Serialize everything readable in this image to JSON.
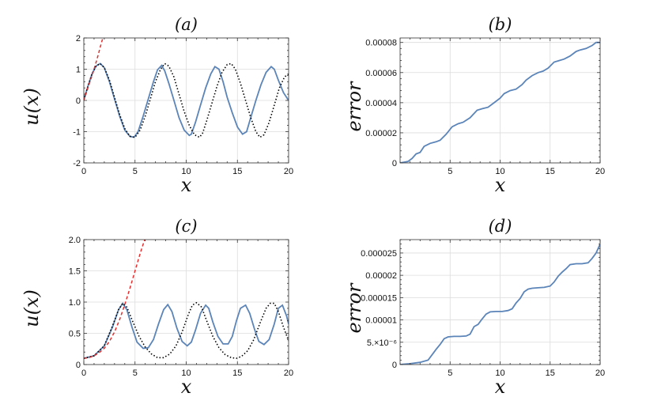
{
  "chart_data": [
    {
      "panel": "(a)",
      "type": "line",
      "title": "(a)",
      "xlabel": "x",
      "ylabel": "u(x)",
      "xlim": [
        0,
        20
      ],
      "ylim": [
        -2,
        2
      ],
      "xticks": [
        0,
        5,
        10,
        15,
        20
      ],
      "xtick_labels": [
        "0",
        "5",
        "10",
        "15",
        "20"
      ],
      "yticks": [
        -2,
        -1,
        0,
        1,
        2
      ],
      "ytick_labels": [
        "-2",
        "-1",
        "0",
        "1",
        "2"
      ],
      "grid": true,
      "series": [
        {
          "style": "solid",
          "color": "#5b84b8",
          "x": [
            0,
            0.4,
            0.8,
            1.2,
            1.6,
            2.0,
            2.5,
            3.0,
            3.5,
            4.0,
            4.5,
            4.9,
            5.3,
            5.8,
            6.3,
            6.8,
            7.2,
            7.6,
            7.9,
            8.3,
            8.8,
            9.3,
            9.8,
            10.3,
            10.5,
            10.9,
            11.4,
            11.9,
            12.4,
            12.8,
            13.2,
            13.6,
            14.0,
            14.5,
            15.0,
            15.5,
            15.9,
            16.3,
            16.8,
            17.3,
            17.8,
            18.3,
            18.6,
            19.0,
            19.5,
            20.0
          ],
          "y": [
            0.02,
            0.45,
            0.85,
            1.1,
            1.18,
            1.05,
            0.6,
            0.05,
            -0.5,
            -0.95,
            -1.15,
            -1.18,
            -1.0,
            -0.5,
            0.05,
            0.6,
            0.98,
            1.12,
            0.95,
            0.55,
            0.0,
            -0.55,
            -0.95,
            -1.12,
            -1.08,
            -0.7,
            -0.15,
            0.4,
            0.85,
            1.08,
            1.0,
            0.6,
            0.1,
            -0.4,
            -0.85,
            -1.08,
            -1.0,
            -0.55,
            0.0,
            0.5,
            0.9,
            1.08,
            1.0,
            0.65,
            0.25,
            0.0
          ]
        },
        {
          "style": "dotted",
          "color": "#000000",
          "x": [
            0,
            0.4,
            0.8,
            1.2,
            1.6,
            2.0,
            2.5,
            3.0,
            3.5,
            4.0,
            4.5,
            5.0,
            5.5,
            6.0,
            6.5,
            7.0,
            7.5,
            7.9,
            8.3,
            8.8,
            9.3,
            9.8,
            10.3,
            10.8,
            11.3,
            11.6,
            12.0,
            12.5,
            13.0,
            13.5,
            14.0,
            14.4,
            14.8,
            15.3,
            15.8,
            16.3,
            16.8,
            17.2,
            17.6,
            18.1,
            18.6,
            19.1,
            19.6,
            20.0
          ],
          "y": [
            0.02,
            0.45,
            0.85,
            1.1,
            1.18,
            1.05,
            0.65,
            0.1,
            -0.45,
            -0.9,
            -1.15,
            -1.18,
            -0.95,
            -0.5,
            0.05,
            0.6,
            1.0,
            1.18,
            1.1,
            0.75,
            0.2,
            -0.35,
            -0.8,
            -1.1,
            -1.18,
            -1.05,
            -0.65,
            -0.1,
            0.45,
            0.9,
            1.15,
            1.18,
            1.0,
            0.55,
            0.0,
            -0.55,
            -1.0,
            -1.18,
            -1.1,
            -0.7,
            -0.15,
            0.4,
            0.75,
            0.85
          ]
        },
        {
          "style": "dashed",
          "color": "#e03030",
          "x": [
            0,
            0.3,
            0.6,
            0.9,
            1.2,
            1.4,
            1.6,
            1.75,
            1.85
          ],
          "y": [
            0.0,
            0.3,
            0.6,
            0.9,
            1.22,
            1.45,
            1.7,
            1.88,
            2.0
          ]
        }
      ]
    },
    {
      "panel": "(b)",
      "type": "line",
      "title": "(b)",
      "xlabel": "x",
      "ylabel": "error",
      "xlim": [
        0,
        20
      ],
      "ylim": [
        0,
        8.3e-05
      ],
      "xticks": [
        5,
        10,
        15,
        20
      ],
      "xtick_labels": [
        "5",
        "10",
        "15",
        "20"
      ],
      "yticks": [
        0,
        2e-05,
        4e-05,
        6e-05,
        8e-05
      ],
      "ytick_labels": [
        "0",
        "0.00002",
        "0.00004",
        "0.00006",
        "0.00008"
      ],
      "grid": true,
      "series": [
        {
          "style": "solid",
          "color": "#5b84b8",
          "x": [
            0,
            0.8,
            1.2,
            1.6,
            2.0,
            2.4,
            3.0,
            3.6,
            4.0,
            4.6,
            5.2,
            5.8,
            6.3,
            7.0,
            7.7,
            8.2,
            8.8,
            9.4,
            10.0,
            10.4,
            11.0,
            11.6,
            12.2,
            12.6,
            13.2,
            13.8,
            14.3,
            14.8,
            15.4,
            15.9,
            16.4,
            17.0,
            17.6,
            18.0,
            18.6,
            19.2,
            19.6,
            20.0
          ],
          "y": [
            0,
            1e-06,
            3e-06,
            6e-06,
            7e-06,
            1.1e-05,
            1.3e-05,
            1.4e-05,
            1.5e-05,
            1.9e-05,
            2.4e-05,
            2.6e-05,
            2.7e-05,
            3e-05,
            3.5e-05,
            3.6e-05,
            3.7e-05,
            4e-05,
            4.3e-05,
            4.6e-05,
            4.8e-05,
            4.9e-05,
            5.2e-05,
            5.5e-05,
            5.8e-05,
            6e-05,
            6.1e-05,
            6.3e-05,
            6.7e-05,
            6.8e-05,
            6.9e-05,
            7.1e-05,
            7.4e-05,
            7.5e-05,
            7.6e-05,
            7.8e-05,
            8e-05,
            8e-05
          ]
        }
      ]
    },
    {
      "panel": "(c)",
      "type": "line",
      "title": "(c)",
      "xlabel": "x",
      "ylabel": "u(x)",
      "xlim": [
        0,
        20
      ],
      "ylim": [
        0,
        2.0
      ],
      "xticks": [
        0,
        5,
        10,
        15,
        20
      ],
      "xtick_labels": [
        "0",
        "5",
        "10",
        "15",
        "20"
      ],
      "yticks": [
        0,
        0.5,
        1.0,
        1.5,
        2.0
      ],
      "ytick_labels": [
        "0",
        "0.5",
        "1.0",
        "1.5",
        "2.0"
      ],
      "grid": true,
      "series": [
        {
          "style": "solid",
          "color": "#5b84b8",
          "x": [
            0,
            1.0,
            2.0,
            2.8,
            3.4,
            3.8,
            4.2,
            4.7,
            5.2,
            5.8,
            6.3,
            6.8,
            7.3,
            7.8,
            8.2,
            8.6,
            9.1,
            9.6,
            10.1,
            10.5,
            10.9,
            11.4,
            11.9,
            12.2,
            12.6,
            13.1,
            13.6,
            14.1,
            14.5,
            14.9,
            15.3,
            15.8,
            16.2,
            16.7,
            17.1,
            17.6,
            18.1,
            18.6,
            19.0,
            19.4,
            19.8,
            20.0
          ],
          "y": [
            0.1,
            0.14,
            0.3,
            0.6,
            0.88,
            0.98,
            0.88,
            0.6,
            0.36,
            0.26,
            0.27,
            0.4,
            0.65,
            0.88,
            0.96,
            0.85,
            0.58,
            0.37,
            0.3,
            0.36,
            0.55,
            0.82,
            0.95,
            0.9,
            0.68,
            0.45,
            0.33,
            0.33,
            0.45,
            0.7,
            0.9,
            0.95,
            0.82,
            0.55,
            0.37,
            0.32,
            0.4,
            0.65,
            0.9,
            0.95,
            0.78,
            0.65
          ]
        },
        {
          "style": "dotted",
          "color": "#000000",
          "x": [
            0,
            1.0,
            2.0,
            2.8,
            3.4,
            3.8,
            4.2,
            4.8,
            5.4,
            6.0,
            6.6,
            7.2,
            7.8,
            8.4,
            9.0,
            9.6,
            10.2,
            10.6,
            11.0,
            11.5,
            12.0,
            12.6,
            13.2,
            13.8,
            14.4,
            14.9,
            15.4,
            16.0,
            16.6,
            17.2,
            17.8,
            18.2,
            18.6,
            19.0,
            19.5,
            20.0
          ],
          "y": [
            0.1,
            0.14,
            0.3,
            0.62,
            0.88,
            0.98,
            0.92,
            0.68,
            0.45,
            0.28,
            0.17,
            0.11,
            0.11,
            0.17,
            0.3,
            0.52,
            0.8,
            0.95,
            0.99,
            0.92,
            0.7,
            0.45,
            0.27,
            0.16,
            0.11,
            0.1,
            0.13,
            0.22,
            0.4,
            0.66,
            0.9,
            0.98,
            0.98,
            0.85,
            0.6,
            0.38
          ]
        },
        {
          "style": "dashed",
          "color": "#e03030",
          "x": [
            0,
            0.5,
            1.0,
            1.5,
            2.0,
            2.5,
            3.0,
            3.5,
            4.0,
            4.5,
            5.0,
            5.4,
            5.7,
            5.95
          ],
          "y": [
            0.1,
            0.11,
            0.14,
            0.19,
            0.26,
            0.37,
            0.52,
            0.72,
            0.96,
            1.22,
            1.5,
            1.72,
            1.88,
            2.0
          ]
        }
      ]
    },
    {
      "panel": "(d)",
      "type": "line",
      "title": "(d)",
      "xlabel": "x",
      "ylabel": "error",
      "xlim": [
        0,
        20
      ],
      "ylim": [
        0,
        2.8e-05
      ],
      "xticks": [
        5,
        10,
        15,
        20
      ],
      "xtick_labels": [
        "5",
        "10",
        "15",
        "20"
      ],
      "yticks": [
        0,
        5e-06,
        1e-05,
        1.5e-05,
        2e-05,
        2.5e-05
      ],
      "ytick_labels": [
        "0",
        "5.×10⁻⁶",
        "0.00001",
        "0.000015",
        "0.00002",
        "0.000025"
      ],
      "grid": true,
      "series": [
        {
          "style": "solid",
          "color": "#5b84b8",
          "x": [
            0,
            1.0,
            2.0,
            2.8,
            3.2,
            3.6,
            4.0,
            4.4,
            4.8,
            5.4,
            6.0,
            6.6,
            7.0,
            7.4,
            7.8,
            8.2,
            8.6,
            9.0,
            9.6,
            10.2,
            10.8,
            11.2,
            11.6,
            12.0,
            12.4,
            12.8,
            13.2,
            13.8,
            14.4,
            15.0,
            15.4,
            15.8,
            16.2,
            16.6,
            17.0,
            17.6,
            18.2,
            18.8,
            19.2,
            19.6,
            20.0
          ],
          "y": [
            0,
            2e-07,
            5e-07,
            1e-06,
            2.2e-06,
            3.4e-06,
            4.5e-06,
            5.8e-06,
            6.2e-06,
            6.3e-06,
            6.3e-06,
            6.4e-06,
            6.8e-06,
            8.5e-06,
            9e-06,
            1.02e-05,
            1.13e-05,
            1.18e-05,
            1.19e-05,
            1.19e-05,
            1.21e-05,
            1.25e-05,
            1.38e-05,
            1.48e-05,
            1.63e-05,
            1.69e-05,
            1.71e-05,
            1.72e-05,
            1.73e-05,
            1.76e-05,
            1.85e-05,
            1.98e-05,
            2.07e-05,
            2.15e-05,
            2.24e-05,
            2.26e-05,
            2.26e-05,
            2.28e-05,
            2.38e-05,
            2.5e-05,
            2.7e-05
          ]
        }
      ]
    }
  ]
}
